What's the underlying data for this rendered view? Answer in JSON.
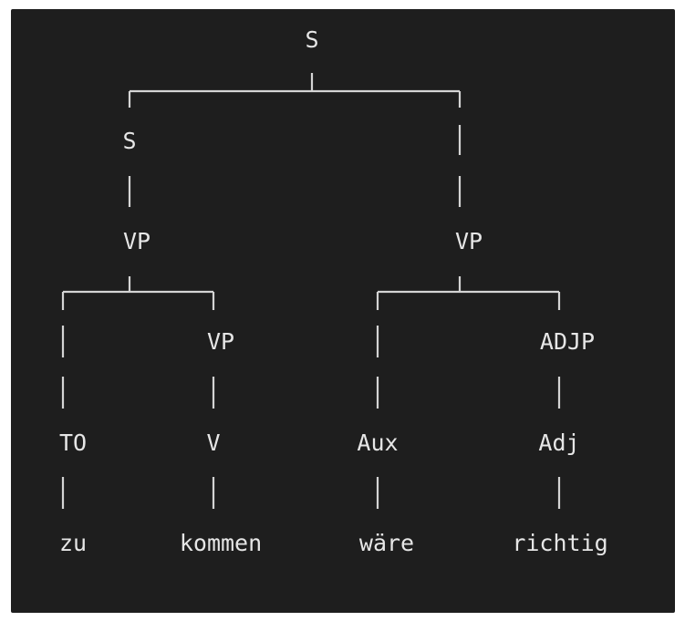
{
  "tree": {
    "root": "S",
    "left_s": "S",
    "left_vp": "VP",
    "right_vp": "VP",
    "left_inner_vp": "VP",
    "adjp": "ADJP",
    "to_tag": "TO",
    "v_tag": "V",
    "aux_tag": "Aux",
    "adj_tag": "Adj",
    "words": [
      "zu",
      "kommen",
      "wäre",
      "richtig"
    ]
  }
}
